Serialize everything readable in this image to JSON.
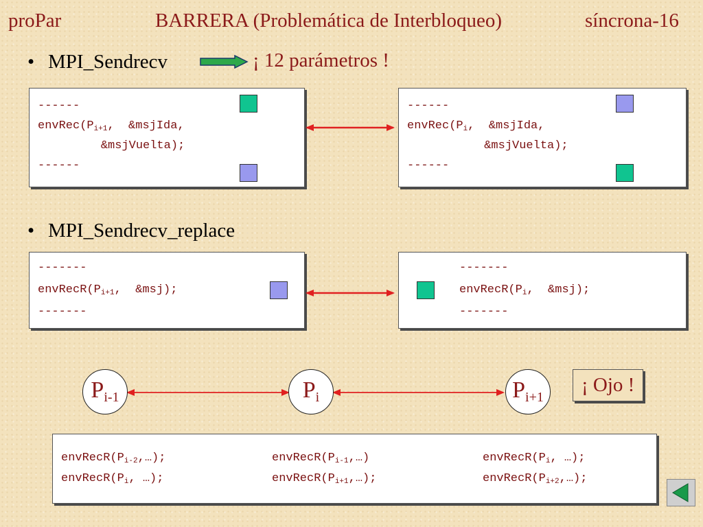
{
  "header": {
    "left": "proPar",
    "center": "BARRERA (Problemática de Interbloqueo)",
    "right": "síncrona-16"
  },
  "bullet1": {
    "mark": "•",
    "text": "MPI_Sendrecv",
    "note": "¡ 12 parámetros !"
  },
  "bullet2": {
    "mark": "•",
    "text": "MPI_Sendrecv_replace"
  },
  "box1_left": {
    "dash": "------",
    "call_prefix": "envRec(P",
    "call_sub": "i+1",
    "call_rest": ",  &msjIda,",
    "cont": "         &msjVuelta);",
    "dash_end": "------"
  },
  "box1_right": {
    "dash": "------",
    "call_prefix": "envRec(P",
    "call_sub": "i",
    "call_rest": ",  &msjIda,",
    "cont": "           &msjVuelta);",
    "dash_end": "------"
  },
  "box2_left": {
    "dash": "-------",
    "call_prefix": "envRecR(P",
    "call_sub": "i+1",
    "call_rest": ",  &msj);",
    "dash_end": "-------"
  },
  "box2_right": {
    "dash": "-------",
    "call_prefix": "envRecR(P",
    "call_sub": "i",
    "call_rest": ",  &msj);",
    "dash_end": "-------"
  },
  "nodes": [
    {
      "base": "P",
      "sub": "i-1"
    },
    {
      "base": "P",
      "sub": "i"
    },
    {
      "base": "P",
      "sub": "i+1"
    }
  ],
  "ojo": "¡ Ojo !",
  "bottom_box": {
    "col1": [
      {
        "prefix": "envRecR(P",
        "sub": "i-2",
        "rest": ",…);"
      },
      {
        "prefix": "envRecR(P",
        "sub": "i",
        "rest": ", …);"
      }
    ],
    "col2": [
      {
        "prefix": "envRecR(P",
        "sub": "i-1",
        "rest": ",…)"
      },
      {
        "prefix": "envRecR(P",
        "sub": "i+1",
        "rest": ",…);"
      }
    ],
    "col3": [
      {
        "prefix": "envRecR(P",
        "sub": "i",
        "rest": ", …);"
      },
      {
        "prefix": "envRecR(P",
        "sub": "i+2",
        "rest": ",…);"
      }
    ]
  },
  "colors": {
    "accent": "#8b1a1a",
    "square_green": "#10c490",
    "square_blue": "#9999ee",
    "arrow_red": "#e02020"
  },
  "icons": {
    "nav": "back-triangle-icon"
  }
}
